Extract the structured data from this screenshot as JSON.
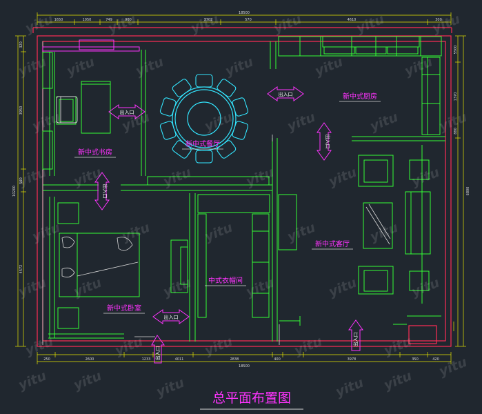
{
  "title": "总平面布置图",
  "rooms": {
    "study": "新中式书房",
    "dining": "新中式餐厅",
    "kitchen": "新中式厨房",
    "bedroom": "新中式卧室",
    "cloakroom": "中式衣帽间",
    "living": "新中式客厅"
  },
  "exit_label": "出入口",
  "watermark": "yitu",
  "dimensions": {
    "top_total": "18500",
    "top_segments": [
      "1650",
      "1050",
      "749",
      "900",
      "3702",
      "570",
      "4610",
      "300"
    ],
    "bottom_total": "18500",
    "bottom_segments": [
      "250",
      "2600",
      "1233",
      "4011",
      "2838",
      "400",
      "3978",
      "350",
      "420"
    ],
    "left_total": "10200",
    "left_segments": [
      "320",
      "3950",
      "560",
      "4572"
    ],
    "right_total": "6800",
    "right_segments": [
      "5500",
      "1370",
      "880"
    ]
  },
  "colors": {
    "background": "#20272f",
    "wall": "#ff2d55",
    "furniture": "#35ff35",
    "dimension": "#e8e800",
    "label": "#ff33ff",
    "table": "#33e6ff",
    "white": "#ffffff"
  }
}
